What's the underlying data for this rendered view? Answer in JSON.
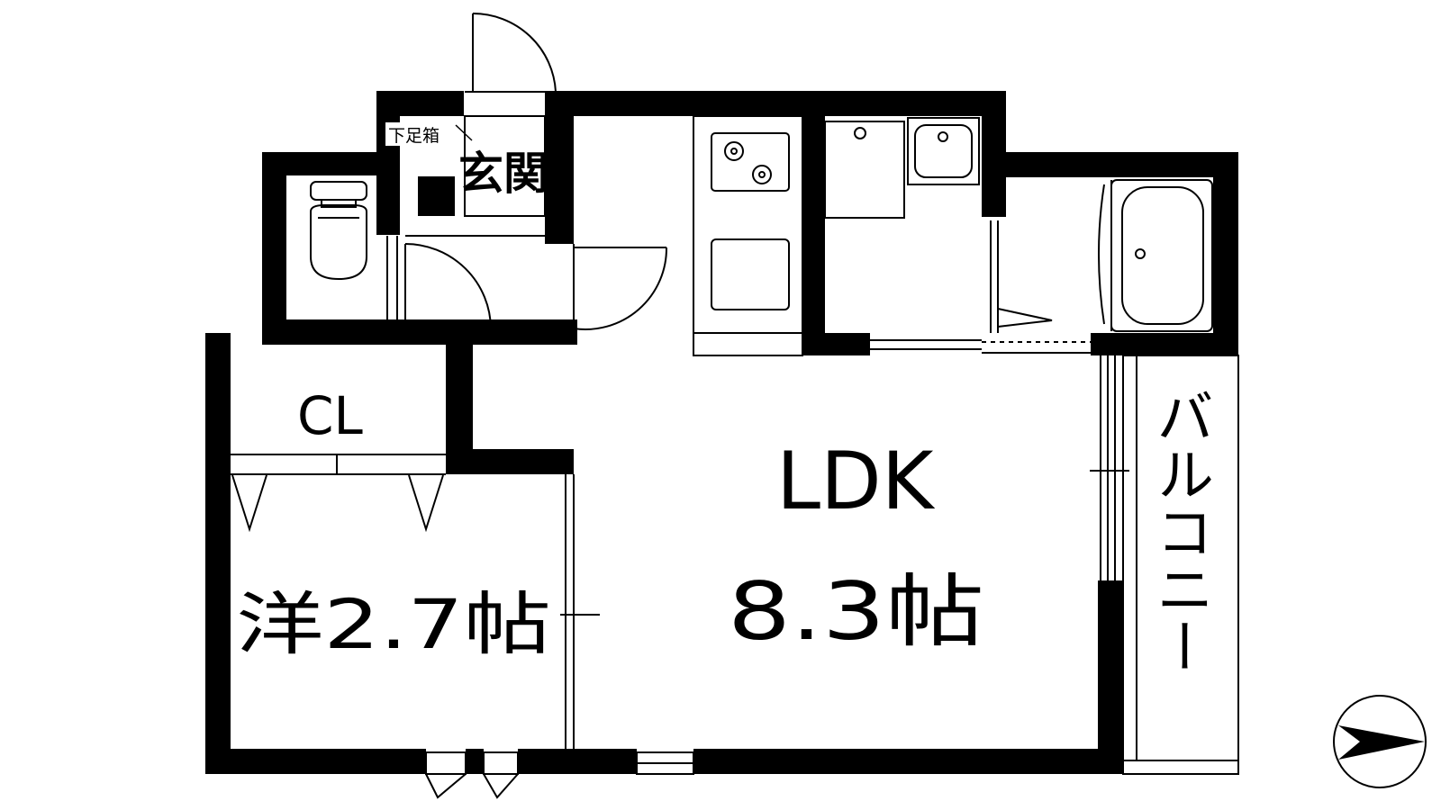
{
  "rooms": {
    "entrance": "玄関",
    "shoe_box": "下足箱",
    "closet": "CL",
    "western_room": "洋2.7帖",
    "ldk_name": "LDK",
    "ldk_size": "8.3帖",
    "balcony": "バルコニー"
  },
  "colors": {
    "wall": "#000000",
    "line": "#000000",
    "background": "#ffffff"
  },
  "icons": [
    "stove-icon",
    "sink-icon",
    "toilet-icon",
    "bathtub-icon",
    "washbasin-icon",
    "compass-icon"
  ]
}
